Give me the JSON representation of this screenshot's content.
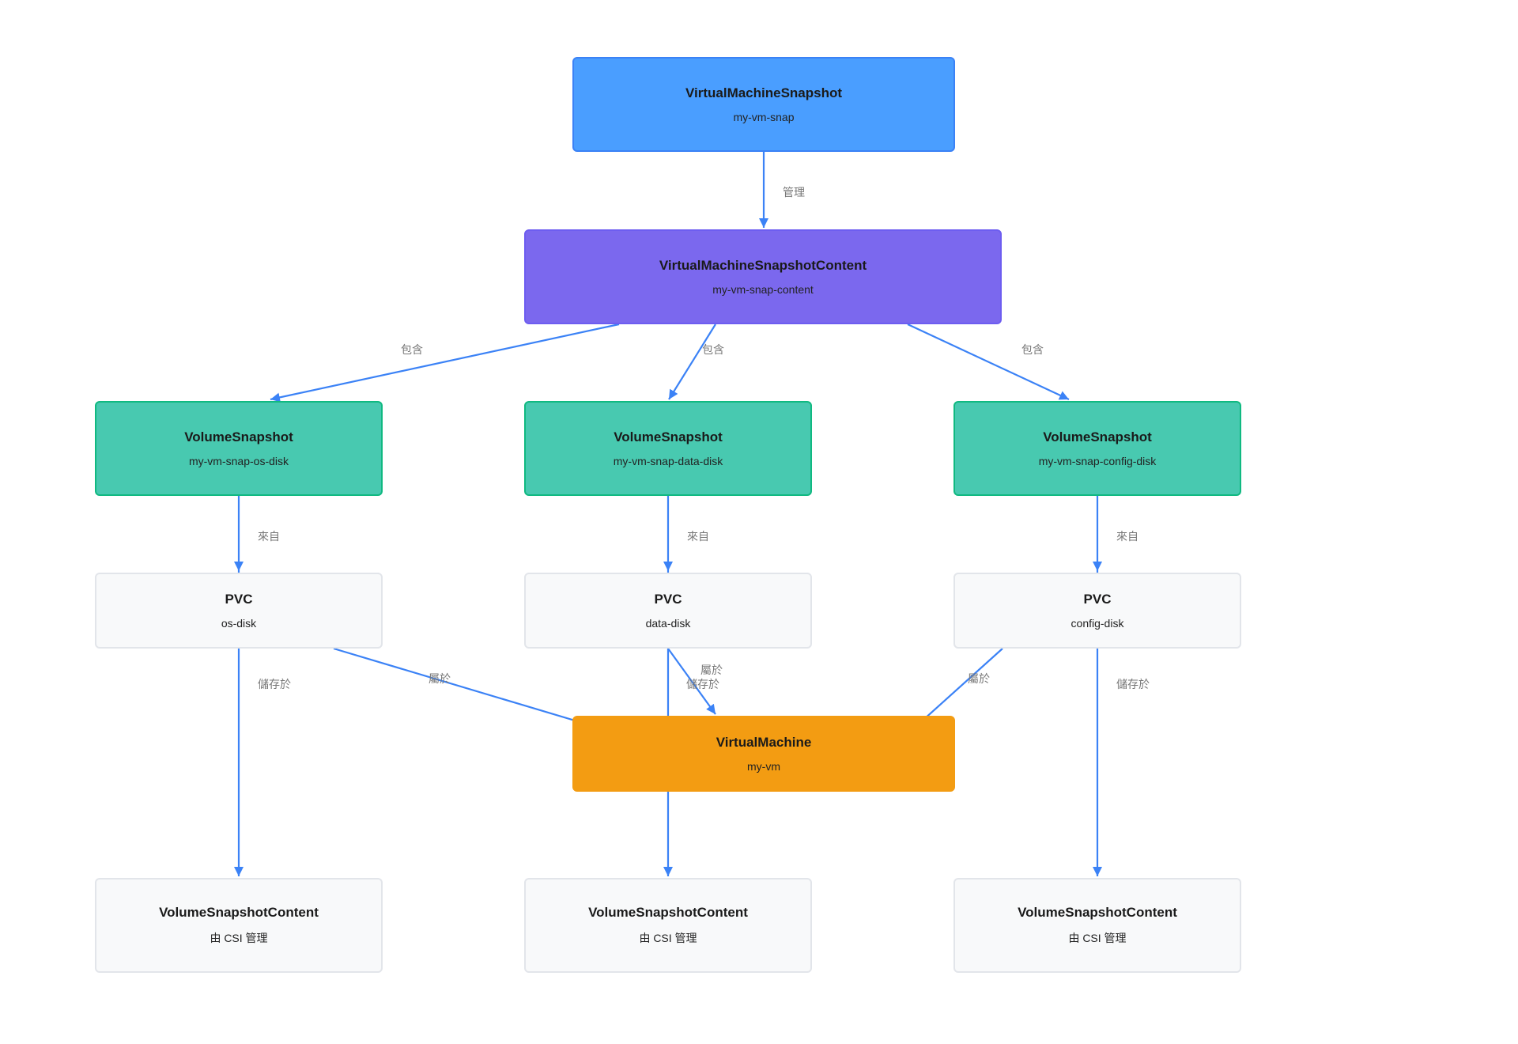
{
  "colors": {
    "edge": "#3b82f6",
    "vm_snapshot": "#4a9eff",
    "vm_snapshot_content": "#7b68ee",
    "volume_snapshot": "#48c9b0",
    "pvc": "#f8f9fa",
    "virtual_machine": "#f39c12",
    "volume_snapshot_content": "#f8f9fa"
  },
  "nodes": {
    "vm_snapshot": {
      "title": "VirtualMachineSnapshot",
      "subtitle": "my-vm-snap"
    },
    "vm_snapshot_content": {
      "title": "VirtualMachineSnapshotContent",
      "subtitle": "my-vm-snap-content"
    },
    "volume_snapshots": [
      {
        "title": "VolumeSnapshot",
        "subtitle": "my-vm-snap-os-disk"
      },
      {
        "title": "VolumeSnapshot",
        "subtitle": "my-vm-snap-data-disk"
      },
      {
        "title": "VolumeSnapshot",
        "subtitle": "my-vm-snap-config-disk"
      }
    ],
    "pvcs": [
      {
        "title": "PVC",
        "subtitle": "os-disk"
      },
      {
        "title": "PVC",
        "subtitle": "data-disk"
      },
      {
        "title": "PVC",
        "subtitle": "config-disk"
      }
    ],
    "virtual_machine": {
      "title": "VirtualMachine",
      "subtitle": "my-vm"
    },
    "volume_snapshot_contents": [
      {
        "title": "VolumeSnapshotContent",
        "subtitle": "由 CSI 管理"
      },
      {
        "title": "VolumeSnapshotContent",
        "subtitle": "由 CSI 管理"
      },
      {
        "title": "VolumeSnapshotContent",
        "subtitle": "由 CSI 管理"
      }
    ]
  },
  "edges": {
    "manages": "管理",
    "contains_1": "包含",
    "contains_2": "包含",
    "contains_3": "包含",
    "from_1": "來自",
    "from_2": "來自",
    "from_3": "來自",
    "belongs_1": "屬於",
    "belongs_2": "屬於",
    "belongs_3": "屬於",
    "stored_1": "儲存於",
    "stored_2": "儲存於",
    "stored_3": "儲存於"
  }
}
